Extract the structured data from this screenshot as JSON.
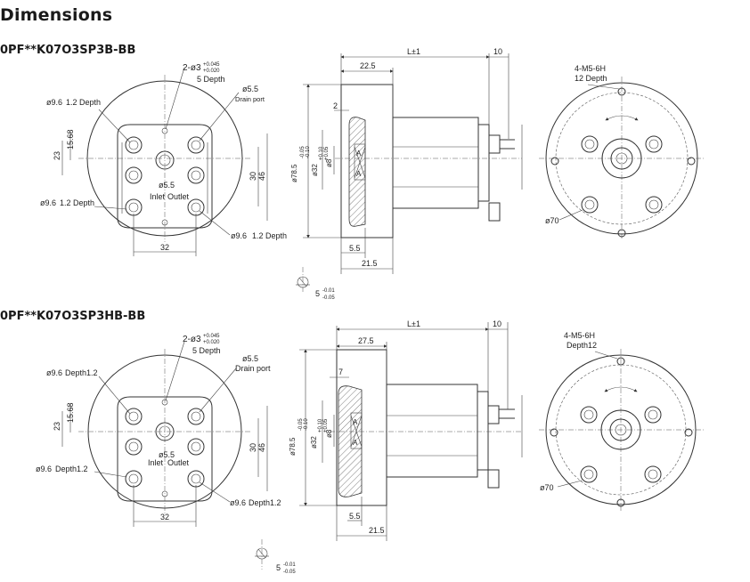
{
  "page": {
    "heading": "Dimensions"
  },
  "views": [
    {
      "model": "0PF**K07O3SP3B-BB",
      "front": {
        "port_holes": "2-ø3",
        "port_tol_top": "+0.045",
        "port_tol_bot": "+0.020",
        "port_depth": "5 Depth",
        "drain_dia": "ø5.5",
        "drain_label": "Drain port",
        "spot_face_1": "ø9.6",
        "spot_depth_1": "1.2 Depth",
        "spot_face_2": "ø9.6",
        "spot_depth_2": "1.2 Depth",
        "spot_face_3": "ø9.6",
        "spot_depth_3": "1.2 Depth",
        "center_hole": "ø5.5",
        "inlet": "Inlet",
        "outlet": "Outlet",
        "dim_15_68": "15.68",
        "dim_23": "23",
        "dim_30": "30",
        "dim_46": "46",
        "dim_32": "32"
      },
      "side": {
        "length": "L±1",
        "dim_10": "10",
        "dim_flange": "22.5",
        "dim_2": "2",
        "dim_785": "ø78.5",
        "dim_785_tol": "-0.05",
        "dim_785_tol2": "-0.10",
        "dim_32": "ø32",
        "dim_32_tol": "+0.10",
        "dim_32_tol2": "+0.05",
        "dim_8": "ø8",
        "section_a": "A",
        "dim_55": "5.5",
        "dim_215": "21.5",
        "flat": "5",
        "flat_tol": "-0.01",
        "flat_tol2": "-0.05"
      },
      "rear": {
        "tap": "4-M5-6H",
        "tap_depth": "12 Depth",
        "side_tap": "4-M5",
        "bolt_circle": "ø70"
      }
    },
    {
      "model": "0PF**K07O3SP3HB-BB",
      "front": {
        "port_holes": "2-ø3",
        "port_tol_top": "+0.045",
        "port_tol_bot": "+0.020",
        "port_depth": "5 Depth",
        "drain_dia": "ø5.5",
        "drain_label": "Drain port",
        "spot_face_1": "ø9.6",
        "spot_depth_1": "Depth1.2",
        "spot_face_2": "ø9.6",
        "spot_depth_2": "Depth1.2",
        "spot_face_3": "ø9.6",
        "spot_depth_3": "Depth1.2",
        "center_hole": "ø5.5",
        "inlet": "Inlet",
        "outlet": "Outlet",
        "dim_15_68": "15.68",
        "dim_23": "23",
        "dim_30": "30",
        "dim_46": "46",
        "dim_32": "32"
      },
      "side": {
        "length": "L±1",
        "dim_10": "10",
        "dim_flange": "27.5",
        "dim_2": "7",
        "dim_785": "ø78.5",
        "dim_785_tol": "-0.05",
        "dim_785_tol2": "-0.10",
        "dim_32": "ø32",
        "dim_32_tol": "+0.10",
        "dim_32_tol2": "+0.05",
        "dim_8": "ø8",
        "section_a": "A",
        "dim_55": "5.5",
        "dim_215": "21.5",
        "flat": "5",
        "flat_tol": "-0.01",
        "flat_tol2": "-0.05"
      },
      "rear": {
        "tap": "4-M5-6H",
        "tap_depth": "Depth12",
        "side_tap": "4-M5",
        "bolt_circle": "ø70"
      }
    }
  ]
}
